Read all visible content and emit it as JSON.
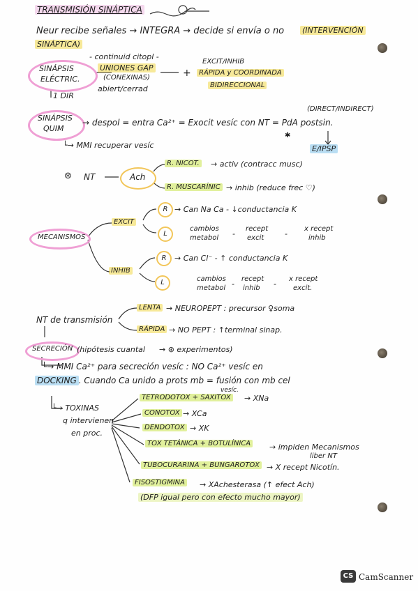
{
  "title": "TRANSMISIÓN SINÁPTICA",
  "intro": {
    "line1": "Neur recibe señales → INTEGRA → decide si envía o no",
    "tag1": "(INTERVENCIÓN",
    "tag2": "SINÁPTICA)"
  },
  "electrica": {
    "label1": "SINÁPSIS",
    "label2": "ELÉCTRIC.",
    "top": "- continuid citopl -",
    "gap": "UNIONES GAP",
    "conexinas": "(CONEXINAS)",
    "estado": "abiert/cerrad",
    "res1": "EXCIT/INHIB",
    "res2": "RÁPIDA y COORDINADA",
    "res3": "BIDIRECCIONAL",
    "plus": "+",
    "dir": "1 DIR"
  },
  "quimica": {
    "label1": "SINÁPSIS",
    "label2": "QUIM",
    "line": "→ despol = entra Ca²⁺ = Exocit vesíc con NT = PdA postsin.",
    "directo": "(DIRECT/INDIRECT)",
    "star": "✱",
    "arrow_down": "↓",
    "mmi": "└→ MMI recuperar vesíc",
    "epsp": "E/IPSP"
  },
  "ach": {
    "mark": "⊛",
    "nt": "NT",
    "ach": "Ach",
    "r1": "R. NICOT.",
    "r1_txt": "→ activ (contracc musc)",
    "r2": "R. MUSCARÍNIC",
    "r2_txt": "→ inhib (reduce frec ♡)"
  },
  "mecanismos": {
    "label": "MECANISMOS",
    "excit": "EXCIT",
    "inhib": "INHIB",
    "i1": "R",
    "i1_txt": "→ Can Na Ca - ↓conductancia K",
    "i2": "L",
    "i2_a": "cambios",
    "i2_b": "metabol",
    "i2_c": "recept",
    "i2_d": "excit",
    "i2_e": "x recept",
    "i2_f": "inhib",
    "i3": "R",
    "i3_txt": "→ Can Cl⁻ - ↑ conductancia K",
    "i4": "L",
    "i4_a": "cambios",
    "i4_b": "metabol",
    "i4_c": "recept",
    "i4_d": "inhib",
    "i4_e": "x recept",
    "i4_f": "excit.",
    "dash": "-"
  },
  "nt_trans": {
    "label": "NT de transmisión",
    "lenta": "LENTA",
    "lenta_txt": "→ NEUROPEPT : precursor ♀soma",
    "rapida": "RÁPIDA",
    "rapida_txt": "→ NO PEPT : ↑terminal sinap.",
    "down": "↓"
  },
  "secrecion": {
    "label": "SECRECIÓN",
    "hip": "(hipótesis cuantal",
    "exp": "→ ⊛ experimentos)",
    "line1": "└→ MMI Ca²⁺ para secreción vesíc : NO Ca²⁺ vesíc en",
    "docking": "DOCKING",
    "line2": ". Cuando Ca unido a prots mb = fusión con mb cel",
    "vesic": "vesíc."
  },
  "toxinas": {
    "lbl1": "└→ TOXINAS",
    "lbl2": "q intervienen",
    "lbl3": "en proc.",
    "t1": "TETRODOTOX + SAXITOX",
    "t1_txt": "→ XNa",
    "t2": "CONOTOX",
    "t2_txt": "→ XCa",
    "t3": "DENDOTOX",
    "t3_txt": "→ XK",
    "t4": "TOX TETÁNICA + BOTULÍNICA",
    "t4_txt": "→ impiden Mecanismos",
    "t4_txt2": "liber NT",
    "t5": "TUBOCURARINA + BUNGAROTOX",
    "t5_txt": "→ X recept Nicotín.",
    "t6": "FISOSTIGMINA",
    "t6_txt": "→ XAchesterasa (↑ efect Ach)",
    "t7": "(DFP igual pero con efecto mucho mayor)"
  },
  "footer": {
    "logo": "CS",
    "brand": "CamScanner"
  }
}
